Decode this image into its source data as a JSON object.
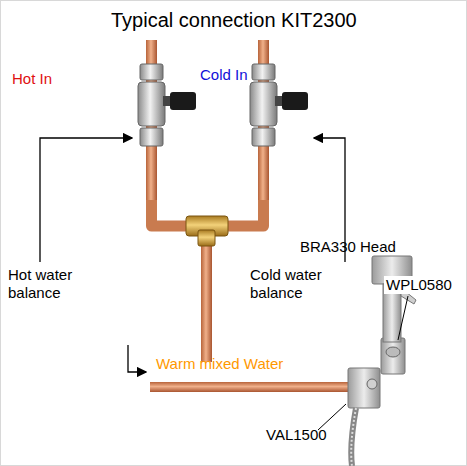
{
  "diagram": {
    "title": "Typical connection KIT2300",
    "labels": [
      "Hot In",
      "Cold In",
      "Hot water balance",
      "Cold water balance",
      "BRA330 Head",
      "WPL0580",
      "Warm mixed Water",
      "VAL1500"
    ]
  }
}
